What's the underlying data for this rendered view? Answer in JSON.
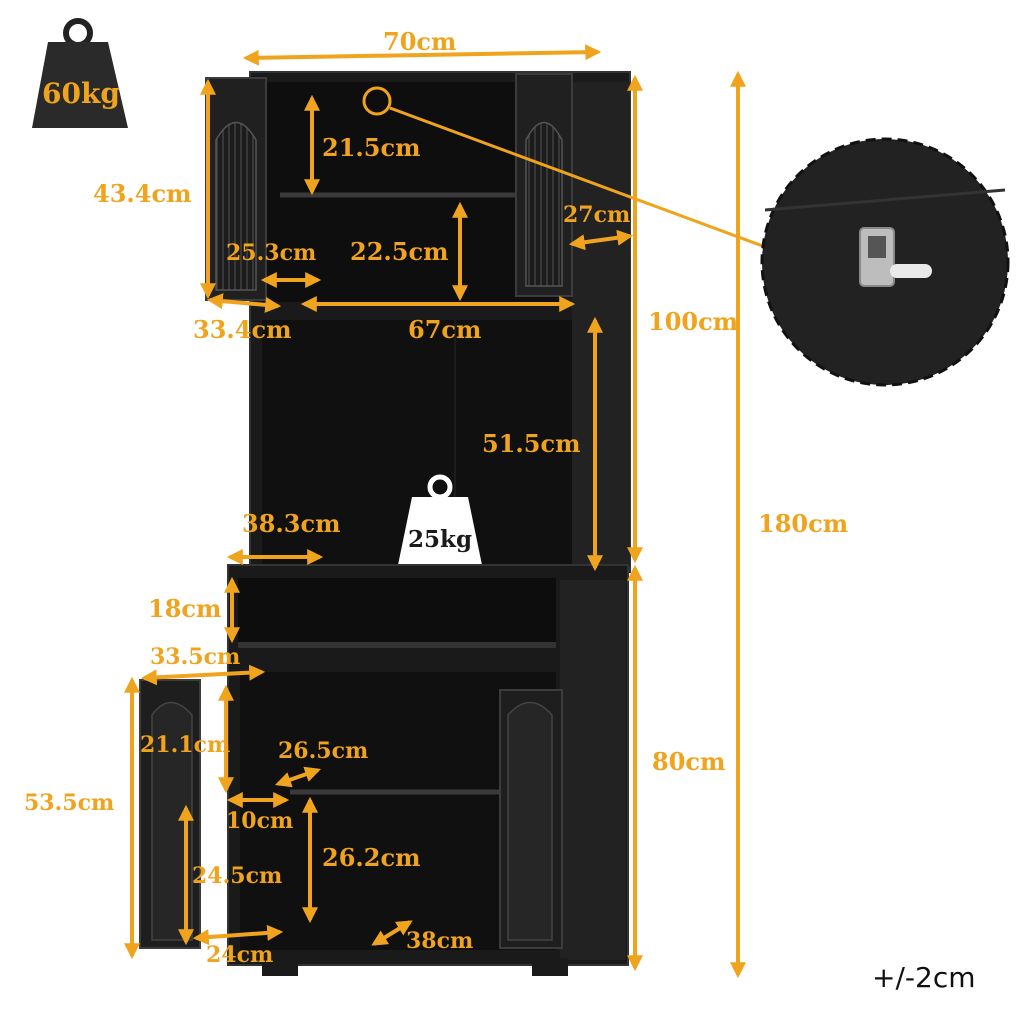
{
  "weights": {
    "top_load": "60kg",
    "shelf_load": "25kg"
  },
  "dimensions": {
    "width_top": "70cm",
    "door_height": "43.4cm",
    "top_shelf_gap": "21.5cm",
    "second_shelf_gap": "22.5cm",
    "door_inner_width": "25.3cm",
    "side_depth_top": "27cm",
    "door_width": "33.4cm",
    "inner_width": "67cm",
    "upper_height": "100cm",
    "open_shelf_height": "51.5cm",
    "total_height": "180cm",
    "open_shelf_depth": "38.3cm",
    "drawer_height": "18cm",
    "lower_door_width": "33.5cm",
    "lower_door_height": "53.5cm",
    "lower_top_gap": "21.1cm",
    "lower_shelf_depth": "26.5cm",
    "lower_height": "80cm",
    "door_shelf_depth": "10cm",
    "lower_bottom_gap": "26.2cm",
    "door_bottom_gap": "24.5cm",
    "base_width": "24cm",
    "base_depth": "38cm"
  },
  "tolerance": "+/-2cm",
  "colors": {
    "dimension": "#f0a31c",
    "cabinet": "#141414",
    "cabinet_edge": "#2a2a2a"
  },
  "icons": [
    "weight-icon",
    "wall-anchor-icon"
  ]
}
